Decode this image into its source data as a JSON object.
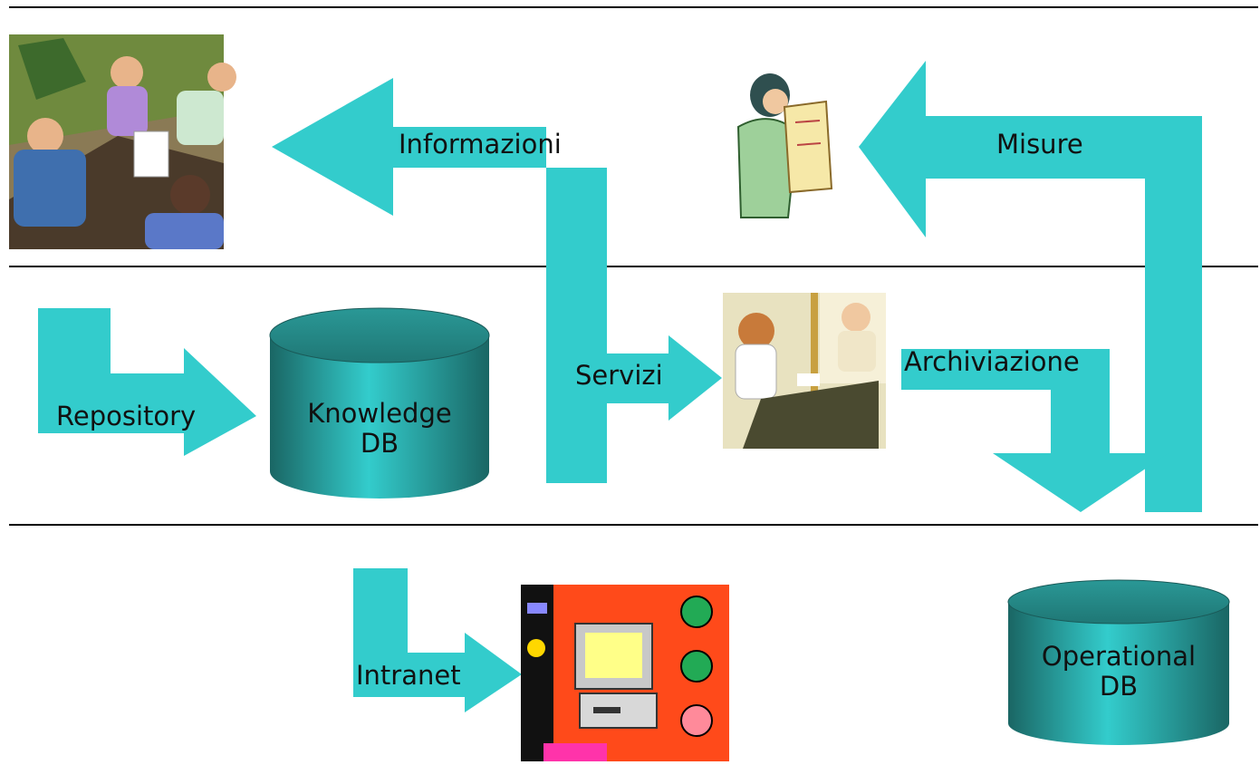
{
  "colors": {
    "arrow": "#33CCCC",
    "cylinder_light": "#33CCCC",
    "cylinder_dark": "#1E6E6C",
    "rule_line": "#000000",
    "text": "#111111"
  },
  "labels": {
    "informazioni": "Informazioni",
    "misure": "Misure",
    "repository": "Repository",
    "servizi": "Servizi",
    "archiviazione": "Archiviazione",
    "intranet": "Intranet"
  },
  "databases": {
    "knowledge": {
      "line1": "Knowledge",
      "line2": "DB"
    },
    "operational": {
      "line1": "Operational",
      "line2": "DB"
    }
  },
  "clipart": {
    "meeting": "business-meeting-clipart",
    "woman_scroll": "woman-reading-scroll-clipart",
    "counter": "service-counter-clipart",
    "computer": "multimedia-computer-clipart"
  }
}
